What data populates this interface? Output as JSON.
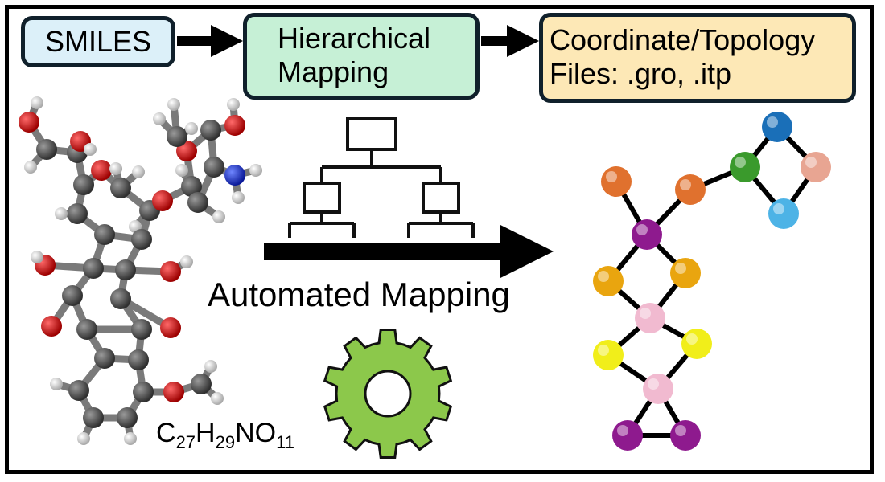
{
  "pipeline": {
    "input_label": "SMILES",
    "mapping_line1": "Hierarchical",
    "mapping_line2": "Mapping",
    "output_line1": "Coordinate/Topology",
    "output_line2": "Files: .gro, .itp"
  },
  "center": {
    "automated_label": "Automated Mapping"
  },
  "molecule": {
    "formula_c": "C",
    "formula_c_count": "27",
    "formula_h": "H",
    "formula_h_count": "29",
    "formula_no": "NO",
    "formula_o_count": "11"
  },
  "colors": {
    "smiles_fill": "#dcf0f9",
    "mapping_fill": "#c6f0d6",
    "files_fill": "#fde8b6",
    "gear_fill": "#8cc84b",
    "carbon": "#3f3f3f",
    "oxygen": "#d40000",
    "nitrogen": "#1a2fd0",
    "hydrogen": "#e8e8e8"
  },
  "icons": [
    "right-arrow-icon",
    "hierarchy-tree-icon",
    "gear-icon"
  ]
}
